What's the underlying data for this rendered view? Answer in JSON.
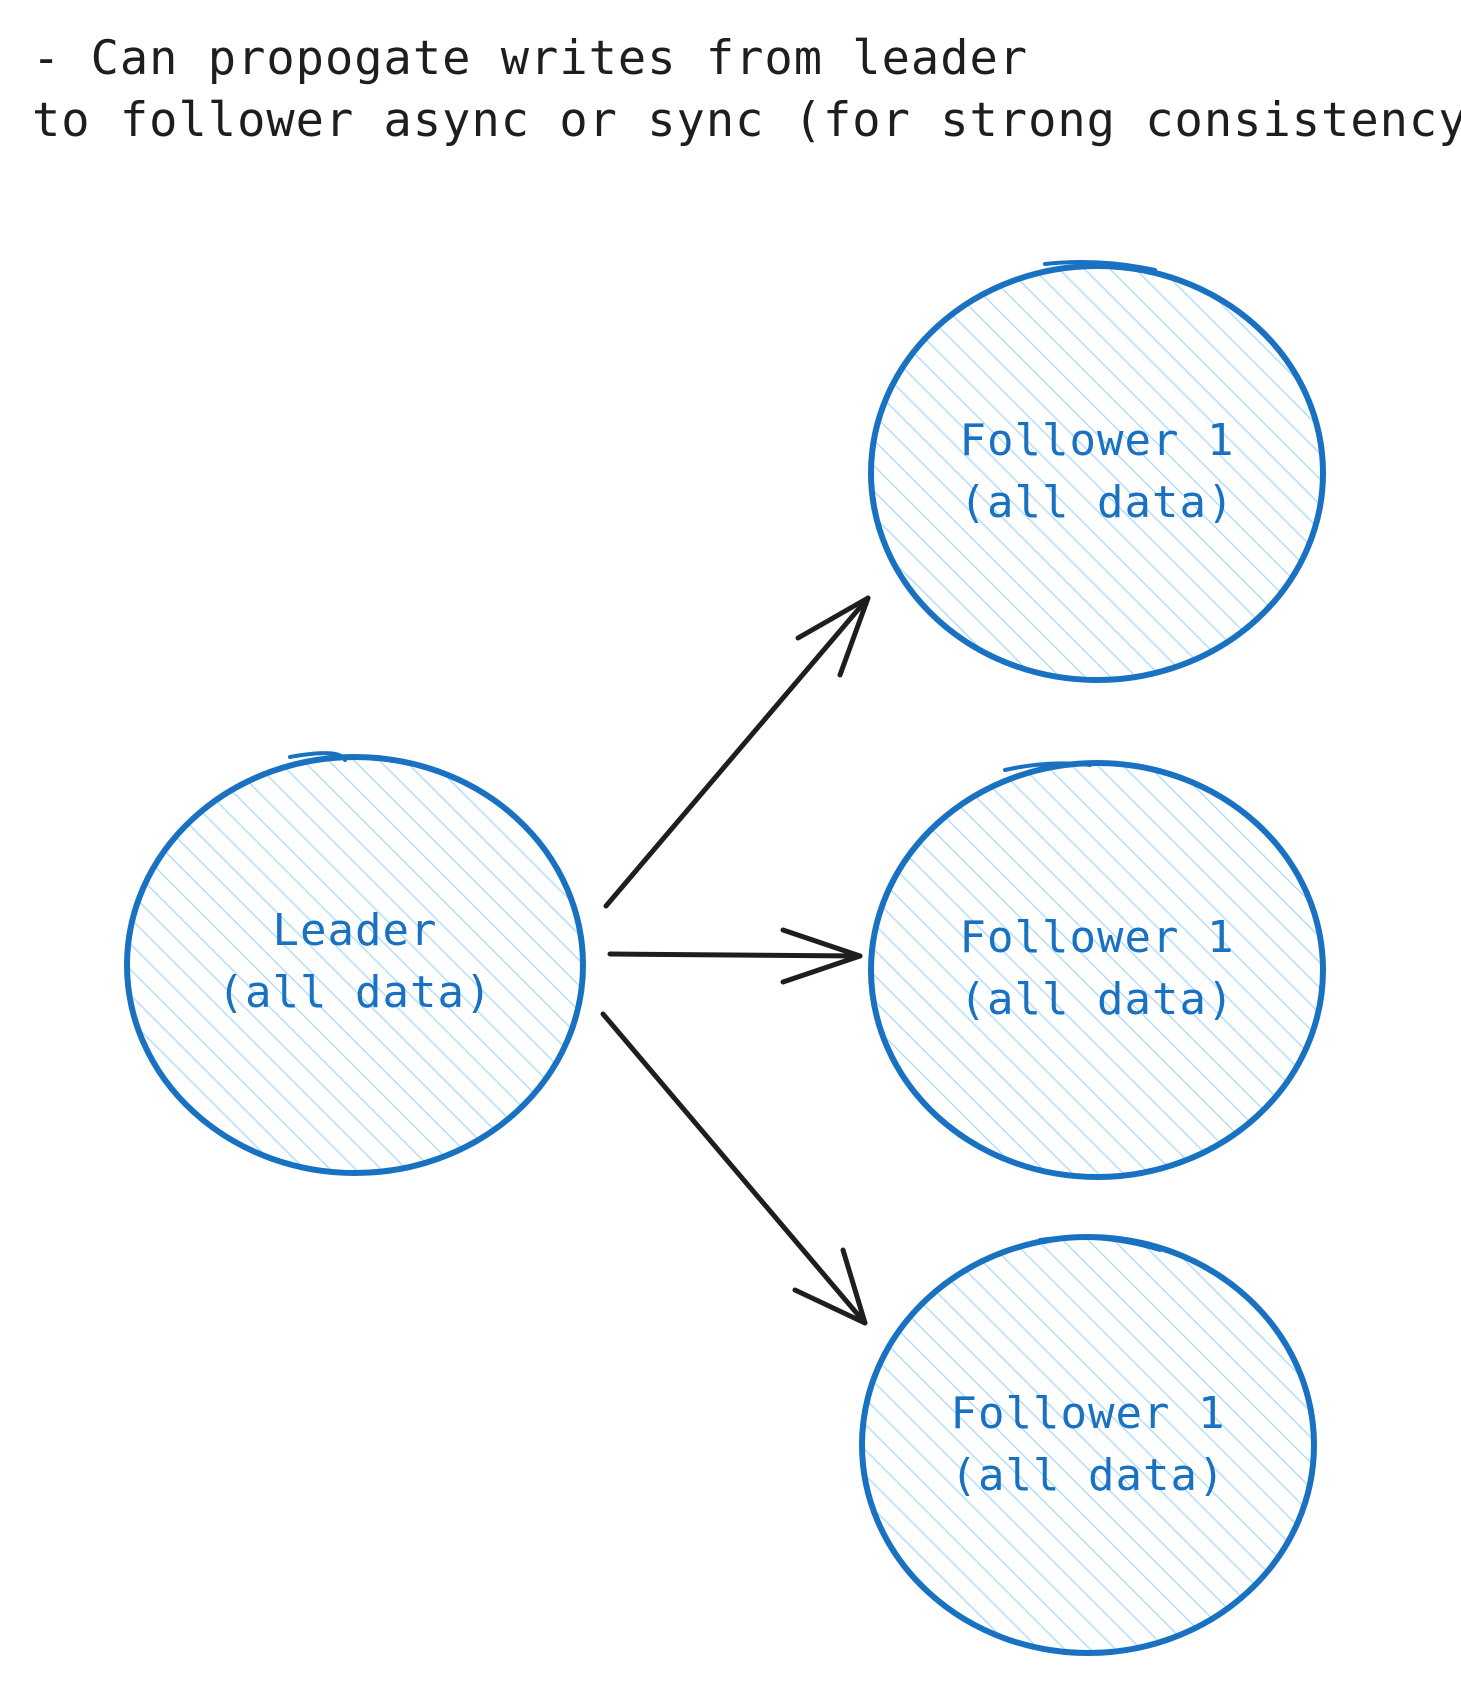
{
  "note": {
    "line1": "- Can propogate writes from leader",
    "line2": "to follower async or sync (for strong consistency)"
  },
  "colors": {
    "node_stroke": "#1971c2",
    "node_hatch": "#a5d8ff",
    "arrow": "#1e1e1e",
    "text": "#1e1e1e"
  },
  "nodes": {
    "leader": {
      "title": "Leader",
      "subtitle": "(all data)"
    },
    "follower_top": {
      "title": "Follower 1",
      "subtitle": "(all data)"
    },
    "follower_middle": {
      "title": "Follower 1",
      "subtitle": "(all data)"
    },
    "follower_bottom": {
      "title": "Follower 1",
      "subtitle": "(all data)"
    }
  },
  "edges": [
    {
      "from": "leader",
      "to": "follower_top"
    },
    {
      "from": "leader",
      "to": "follower_middle"
    },
    {
      "from": "leader",
      "to": "follower_bottom"
    }
  ]
}
